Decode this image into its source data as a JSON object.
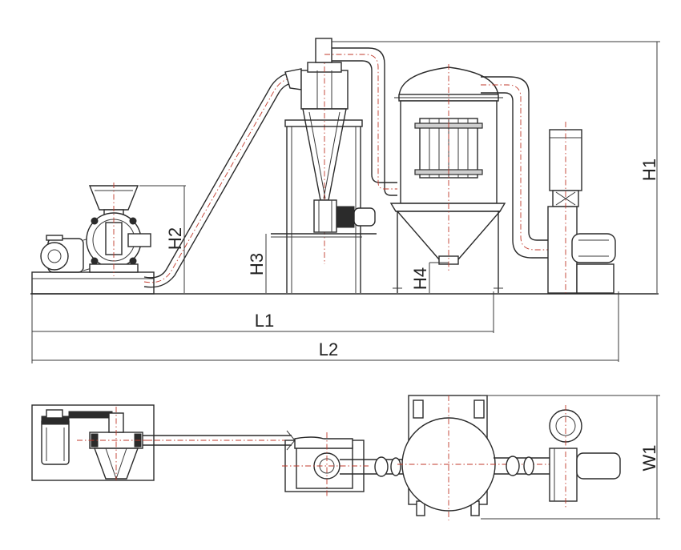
{
  "diagram": {
    "dimension_labels": {
      "L1": "L1",
      "L2": "L2",
      "H1": "H1",
      "H2": "H2",
      "H3": "H3",
      "H4": "H4",
      "W1": "W1"
    },
    "colors": {
      "line": "#2a2a2a",
      "centerline": "#c0392b",
      "background": "#ffffff"
    }
  }
}
